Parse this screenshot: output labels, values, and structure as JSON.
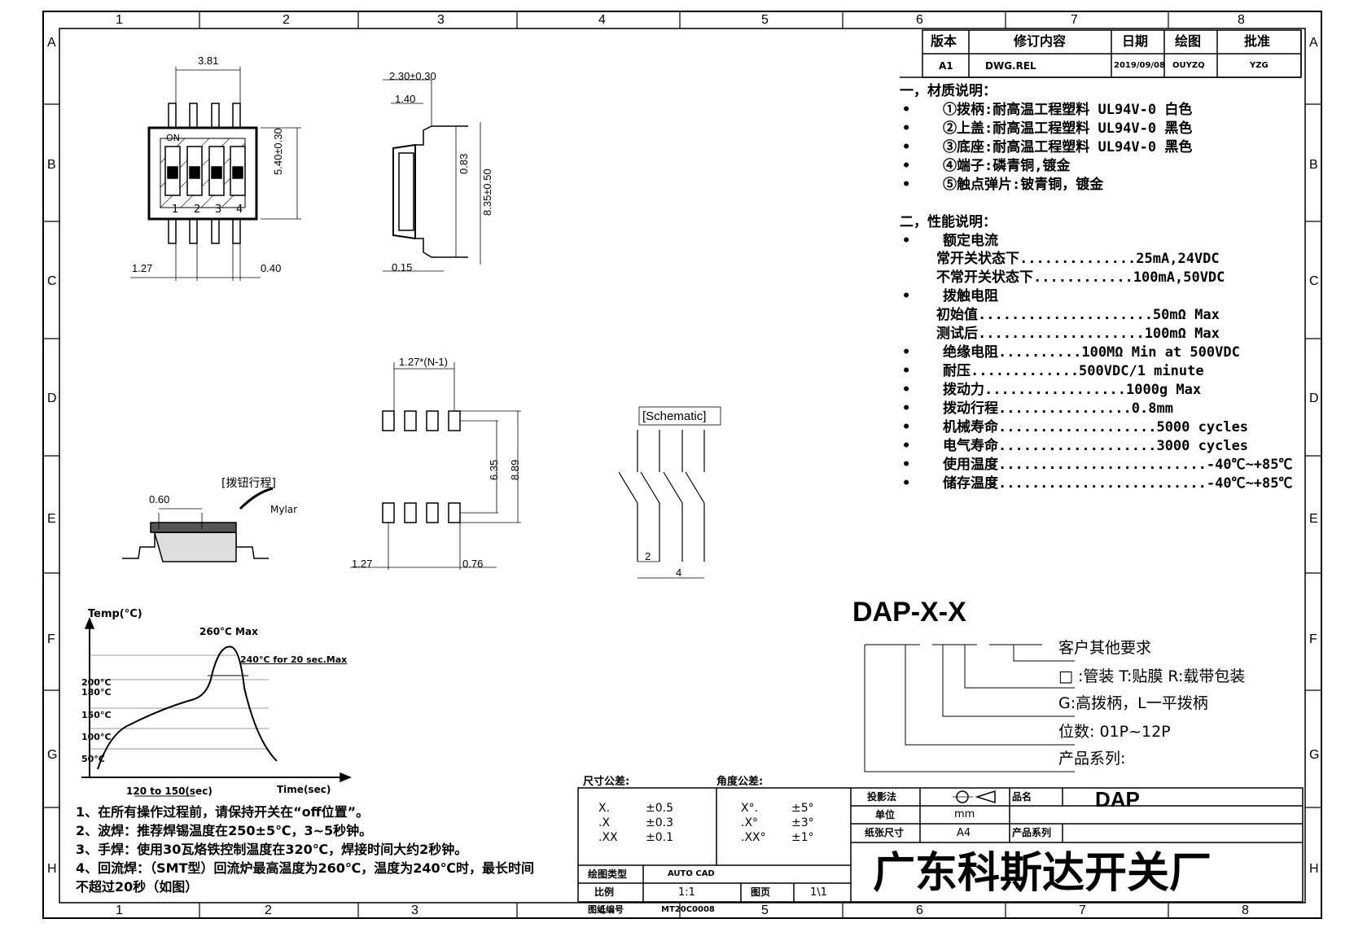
{
  "grid": {
    "top_cols": [
      "1",
      "2",
      "3",
      "4",
      "5",
      "6",
      "7",
      "8"
    ],
    "bottom_cols": [
      "1",
      "2",
      "3",
      "4",
      "5",
      "6",
      "7",
      "8"
    ],
    "rows": [
      "A",
      "B",
      "C",
      "D",
      "E",
      "F",
      "G",
      "H"
    ]
  },
  "revision_table": {
    "headers": [
      "版本",
      "修订内容",
      "日期",
      "绘图",
      "批准"
    ],
    "row": [
      "A1",
      "DWG.REL",
      "2019/09/08",
      "OUYZQ",
      "YZG"
    ]
  },
  "material": {
    "title": "一，材质说明：",
    "items": [
      "①拨柄:耐高温工程塑料 UL94V-0 白色",
      "②上盖:耐高温工程塑料 UL94V-0 黑色",
      "③底座:耐高温工程塑料 UL94V-0 黑色",
      "④端子:磷青铜,镀金",
      "⑤触点弹片:铍青铜，镀金"
    ]
  },
  "performance": {
    "title": "二，性能说明：",
    "rated_current": "额定电流",
    "rated_lines": [
      "常开关状态下..............25mA,24VDC",
      "不常开关状态下............100mA,50VDC"
    ],
    "contact_resistance": "拨触电阻",
    "cr_lines": [
      "初始值.....................50mΩ Max",
      "测试后....................100mΩ Max"
    ],
    "items": [
      "绝缘电阻..........100MΩ Min at 500VDC",
      "耐压.............500VDC/1 minute",
      "拨动力.................1000g Max",
      "拨动行程................0.8mm",
      "机械寿命...................5000 cycles",
      "电气寿命...................3000 cycles",
      "使用温度.........................-40℃~+85℃",
      "储存温度.........................-40℃~+85℃"
    ]
  },
  "part_number": {
    "code": "DAP-X-X",
    "legend": [
      "客户其他要求",
      "□ :管装  T:贴膜   R:载带包装",
      "G:高拨柄，L一平拨柄",
      "位数: 01P~12P",
      "产品系列:"
    ]
  },
  "top_view": {
    "dims": [
      "3.81",
      "5.40±0.30",
      "1.27",
      "0.40"
    ],
    "on_label": "ON",
    "pin_numbers": [
      "1",
      "2",
      "3",
      "4"
    ]
  },
  "side_view": {
    "dims": [
      "2.30±0.30",
      "1.40",
      "0.83",
      "8.35±0.50",
      "0.15"
    ]
  },
  "footprint": {
    "dims": [
      "1.27*(N-1)",
      "6.35",
      "8.89",
      "1.27",
      "0.76"
    ]
  },
  "schematic": {
    "label": "[Schematic]",
    "dims": [
      "2",
      "4"
    ]
  },
  "section": {
    "dims": [
      "0.60"
    ],
    "labels": [
      "[拨钮行程]",
      "Mylar"
    ]
  },
  "reflow": {
    "axis_y": "Temp(°C)",
    "axis_x": "Time(sec)",
    "peak": "260°C Max",
    "hold": "240°C for 20 sec.Max",
    "temps": [
      "200°C",
      "180°C",
      "150°C",
      "100°C",
      "50°C"
    ],
    "duration": "120 to 150(sec)"
  },
  "notes": [
    "1、在所有操作过程前，请保持开关在“off位置”。",
    "2、波焊：推荐焊锡温度在250±5℃，3~5秒钟。",
    "3、手焊：使用30瓦烙铁控制温度在320℃，焊接时间大约2秒钟。",
    "4、回流焊：（SMT型）回流炉最高温度为260℃，温度为240℃时，最长时间",
    "不超过20秒（如图）"
  ],
  "title_block": {
    "dim_tol_label": "尺寸公差:",
    "dim_tol": [
      [
        "X.",
        "±0.5"
      ],
      [
        ".X",
        "±0.3"
      ],
      [
        ".XX",
        "±0.1"
      ]
    ],
    "ang_tol_label": "角度公差:",
    "ang_tol": [
      [
        "X°.",
        "±5°"
      ],
      [
        ".X°",
        "±3°"
      ],
      [
        ".XX°",
        "±1°"
      ]
    ],
    "projection_label": "投影法",
    "unit_label": "单位",
    "unit_value": "mm",
    "paper_label": "纸张尺寸",
    "paper_value": "A4",
    "product_name_label": "品名",
    "product_name": "DAP",
    "product_series_label": "产品系列",
    "drawing_type_label": "绘图类型",
    "drawing_type": "AUTO CAD",
    "scale_label": "比例",
    "scale": "1:1",
    "page_label": "图页",
    "page": "1\\1",
    "drawing_no_label": "图纸编号",
    "drawing_no": "MT20C0008",
    "company": "广东科斯达开关厂"
  }
}
